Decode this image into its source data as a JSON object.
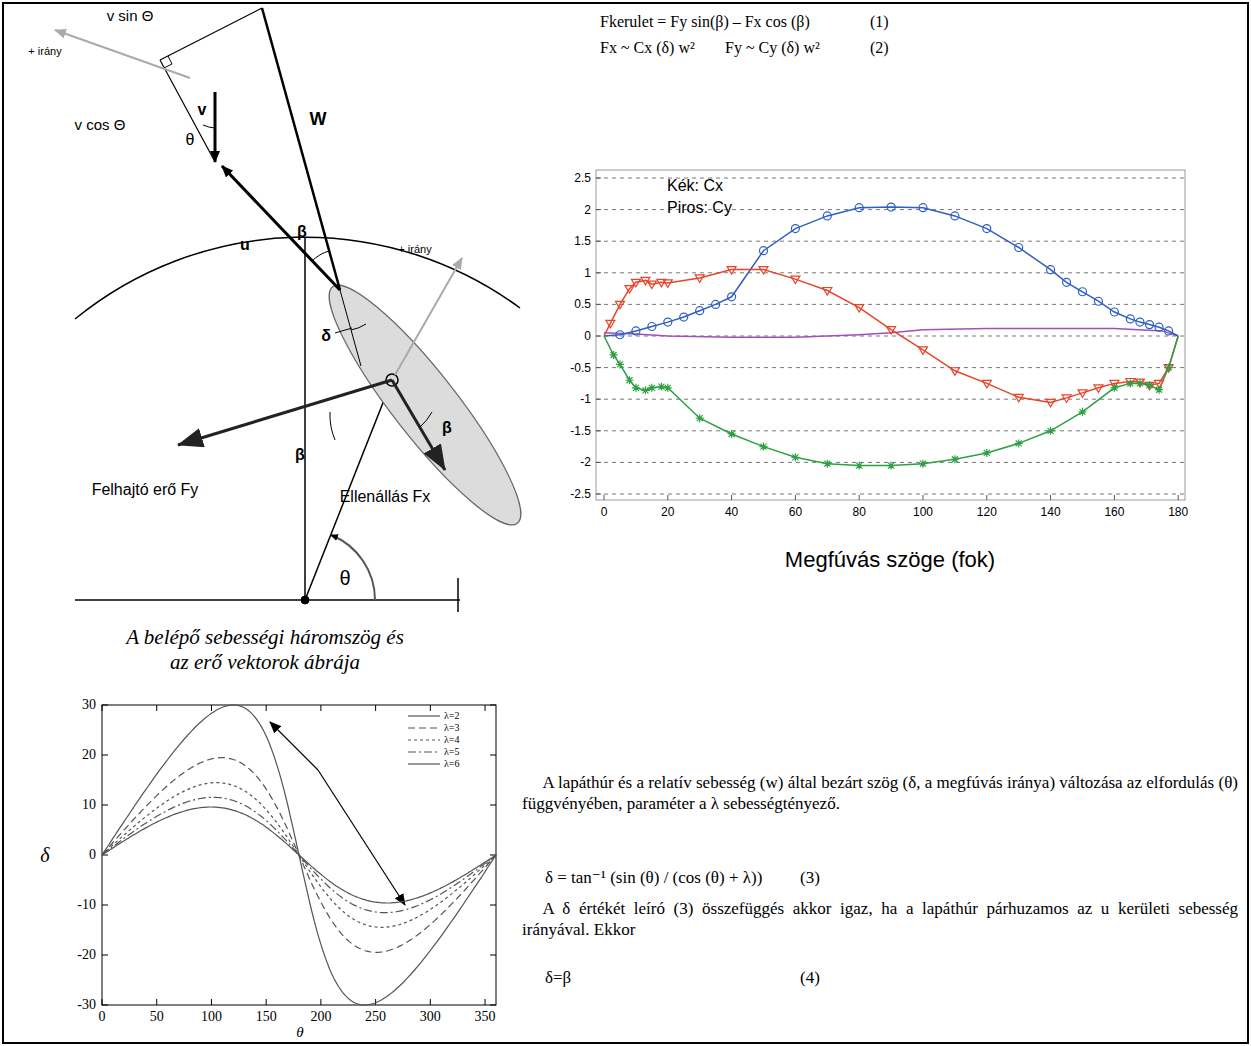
{
  "diagram": {
    "caption": "A belépő sebességi háromszög és az erő vektorok ábrája",
    "labels": [
      "v sin Θ",
      "+ irány",
      "v",
      "W",
      "v cos Θ",
      "θ",
      "β",
      "u",
      "+ irány",
      "δ",
      "β",
      "β",
      "Felhajtó erő Fy",
      "Ellenállás Fx",
      "θ",
      "Fkerulet = Fy sin(β) – Fx cos (β)",
      "(1)",
      "Fx ~ Cx (δ) w²",
      "Fy ~ Cy (δ) w²",
      "(2)",
      "2.5",
      "2",
      "1.5",
      "1",
      "0.5",
      "0",
      "-0.5",
      "-1",
      "-1.5",
      "-2",
      "-2.5",
      "0",
      "20",
      "40",
      "60",
      "80",
      "100",
      "120",
      "140",
      "160",
      "180",
      "Kék: Cx",
      "Piros: Cy",
      "Megfúvás szöge (fok)",
      "30",
      "20",
      "10",
      "0",
      "-10",
      "-20",
      "-30",
      "0",
      "50",
      "100",
      "150",
      "200",
      "250",
      "300",
      "350",
      "δ",
      "θ",
      "A lapáthúr és a relatív sebesség (w) által bezárt szög (δ, a megfúvás iránya) változása az elfordulás (θ) függvényében, paraméter a λ sebességtényező.",
      "δ = tan⁻¹ (sin (θ) / (cos (θ) + λ))",
      "(3)",
      "A δ értékét leíró (3) összefüggés akkor igaz, ha a lapáthúr párhuzamos az u kerületi sebesség irányával. Ekkor",
      "δ=β",
      "(4)"
    ],
    "legend": [
      {
        "text": "λ=2"
      },
      {
        "text": "λ=3"
      },
      {
        "text": "λ=4"
      },
      {
        "text": "λ=5"
      },
      {
        "text": "λ=6"
      }
    ]
  }
}
